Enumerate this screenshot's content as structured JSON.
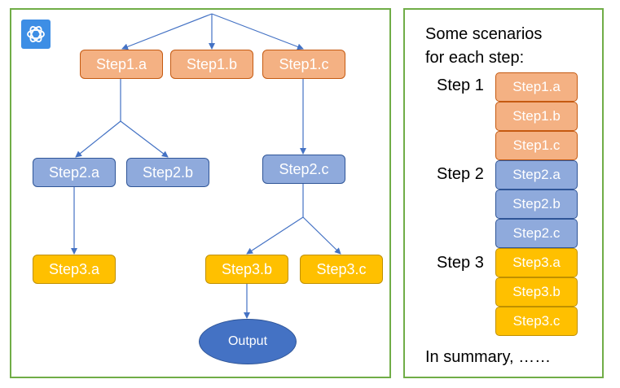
{
  "colors": {
    "step1": "#f4b183",
    "step1_border": "#c55a11",
    "step2": "#8faadc",
    "step2_border": "#2f5597",
    "step3": "#ffc000",
    "step3_border": "#bf9000",
    "output": "#4472c4",
    "output_border": "#2f5597",
    "connector": "#4472c4",
    "panel_border": "#70ad47",
    "logo": "#3d8ee5"
  },
  "logo_icon": "openai-logo-icon",
  "tree": {
    "step1": [
      "Step1.a",
      "Step1.b",
      "Step1.c"
    ],
    "step2": [
      "Step2.a",
      "Step2.b",
      "Step2.c"
    ],
    "step3": [
      "Step3.a",
      "Step3.b",
      "Step3.c"
    ],
    "output": "Output"
  },
  "scenarios": {
    "title_line1": "Some scenarios",
    "title_line2": "for each step:",
    "groups": [
      {
        "label": "Step 1",
        "items": [
          "Step1.a",
          "Step1.b",
          "Step1.c"
        ]
      },
      {
        "label": "Step 2",
        "items": [
          "Step2.a",
          "Step2.b",
          "Step2.c"
        ]
      },
      {
        "label": "Step 3",
        "items": [
          "Step3.a",
          "Step3.b",
          "Step3.c"
        ]
      }
    ],
    "summary": "In summary, ……"
  }
}
